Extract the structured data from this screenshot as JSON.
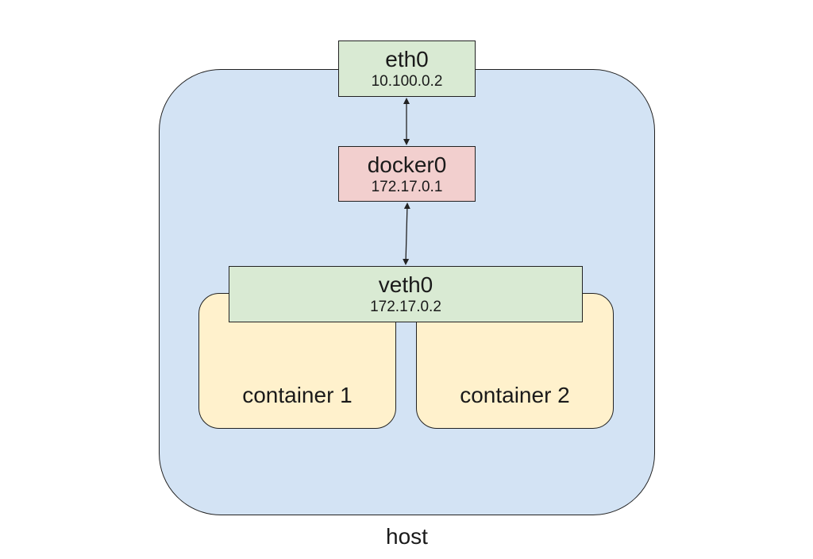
{
  "host": {
    "label": "host"
  },
  "containers": [
    {
      "label": "container 1"
    },
    {
      "label": "container 2"
    }
  ],
  "interfaces": {
    "eth0": {
      "name": "eth0",
      "ip": "10.100.0.2",
      "color": "#d9ead3"
    },
    "docker0": {
      "name": "docker0",
      "ip": "172.17.0.1",
      "color": "#f2cfce"
    },
    "veth0": {
      "name": "veth0",
      "ip": "172.17.0.2",
      "color": "#d9ead3"
    }
  },
  "colors": {
    "host_fill": "#d3e3f4",
    "container_fill": "#fff1cc",
    "stroke": "#222222"
  },
  "connections": [
    {
      "from": "eth0",
      "to": "docker0",
      "type": "bidirectional-arrow"
    },
    {
      "from": "docker0",
      "to": "veth0",
      "type": "bidirectional-arrow"
    }
  ]
}
